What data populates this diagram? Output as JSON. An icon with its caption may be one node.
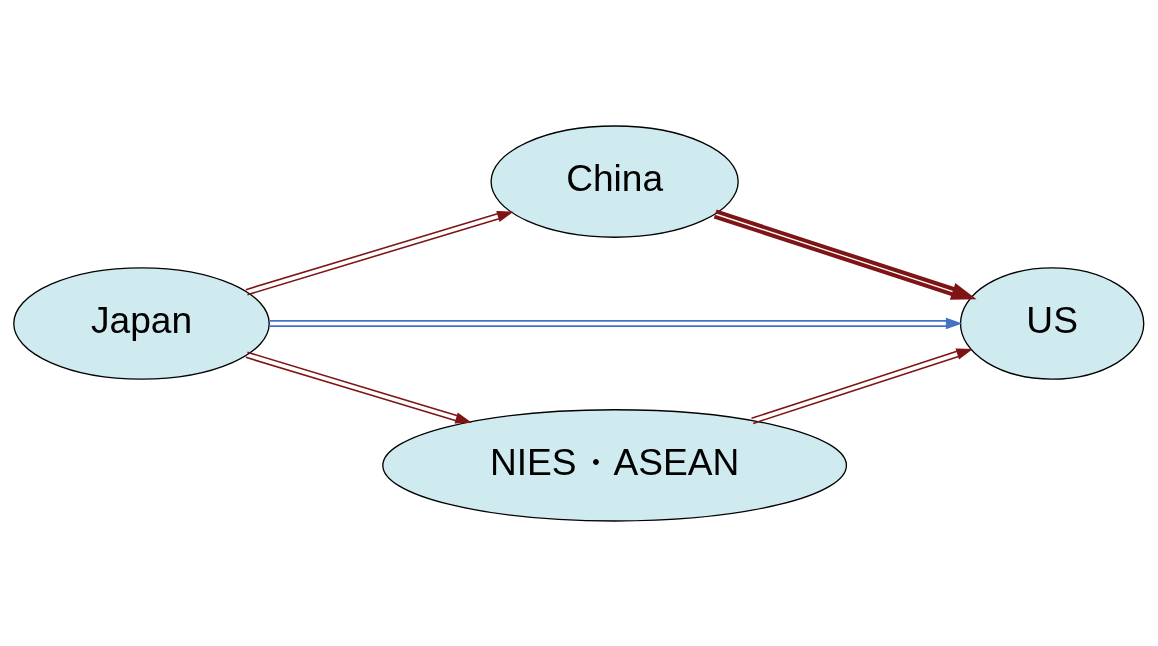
{
  "diagram": {
    "nodes": [
      {
        "text": [
          "China"
        ]
      },
      {
        "text": [
          "Japan"
        ]
      },
      {
        "text": [
          "US"
        ]
      },
      {
        "text": [
          "NIES・ASEAN"
        ]
      }
    ],
    "edges": [
      {
        "from": 1,
        "to": 0,
        "arrow": "to"
      },
      {
        "from": 0,
        "to": 2,
        "arrow": "to",
        "style": "thick"
      },
      {
        "from": 1,
        "to": 2,
        "arrow": "to",
        "color": "#4472c4"
      },
      {
        "from": 1,
        "to": 3,
        "arrow": "to"
      },
      {
        "from": 3,
        "to": 2,
        "arrow": "to"
      }
    ]
  }
}
